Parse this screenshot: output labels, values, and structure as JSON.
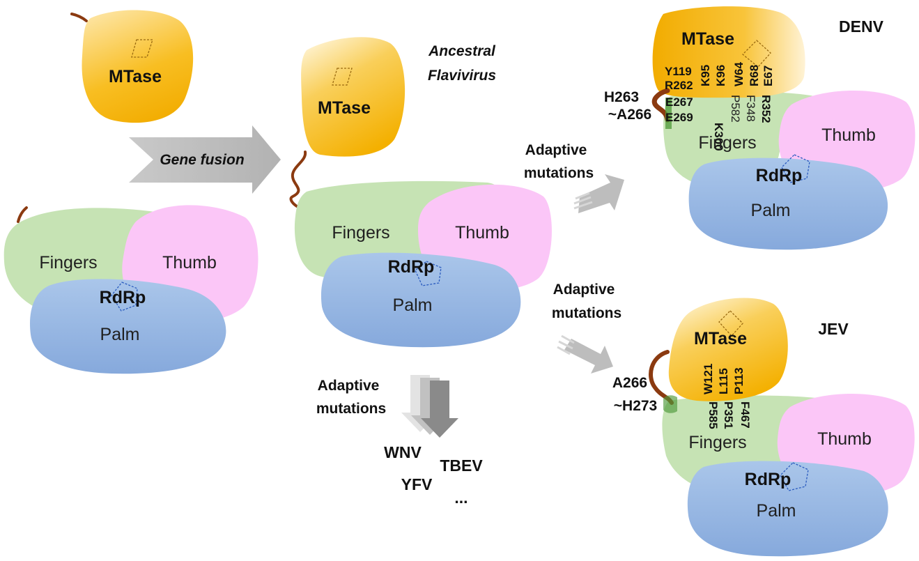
{
  "labels": {
    "mtase": "MTase",
    "fingers": "Fingers",
    "thumb": "Thumb",
    "palm": "Palm",
    "rdrp": "RdRp",
    "gene_fusion": "Gene fusion",
    "ancestral_line1": "Ancestral",
    "ancestral_line2": "Flavivirus",
    "adaptive_line1": "Adaptive",
    "adaptive_line2": "mutations"
  },
  "denv": {
    "name": "DENV",
    "linker_range_1": "H263",
    "linker_range_2": "~A266",
    "residues": [
      "Y119",
      "R262",
      "K95",
      "K96",
      "W64",
      "R68",
      "E67",
      "E267",
      "E269",
      "K300",
      "P582",
      "F348",
      "R352"
    ]
  },
  "jev": {
    "name": "JEV",
    "linker_range_1": "A266",
    "linker_range_2": "~H273",
    "residues": [
      "W121",
      "L115",
      "P113",
      "P585",
      "P351",
      "F467"
    ]
  },
  "other_viruses": [
    "WNV",
    "TBEV",
    "YFV",
    "..."
  ],
  "colors": {
    "mtase": "#f7b500",
    "fingers": "#c6e3b4",
    "thumb": "#fbc6f7",
    "palm": "#94b6e3",
    "linker": "#8b3a10",
    "arrow": "#bdbdbd",
    "arrow_dark": "#7a7a7a"
  }
}
